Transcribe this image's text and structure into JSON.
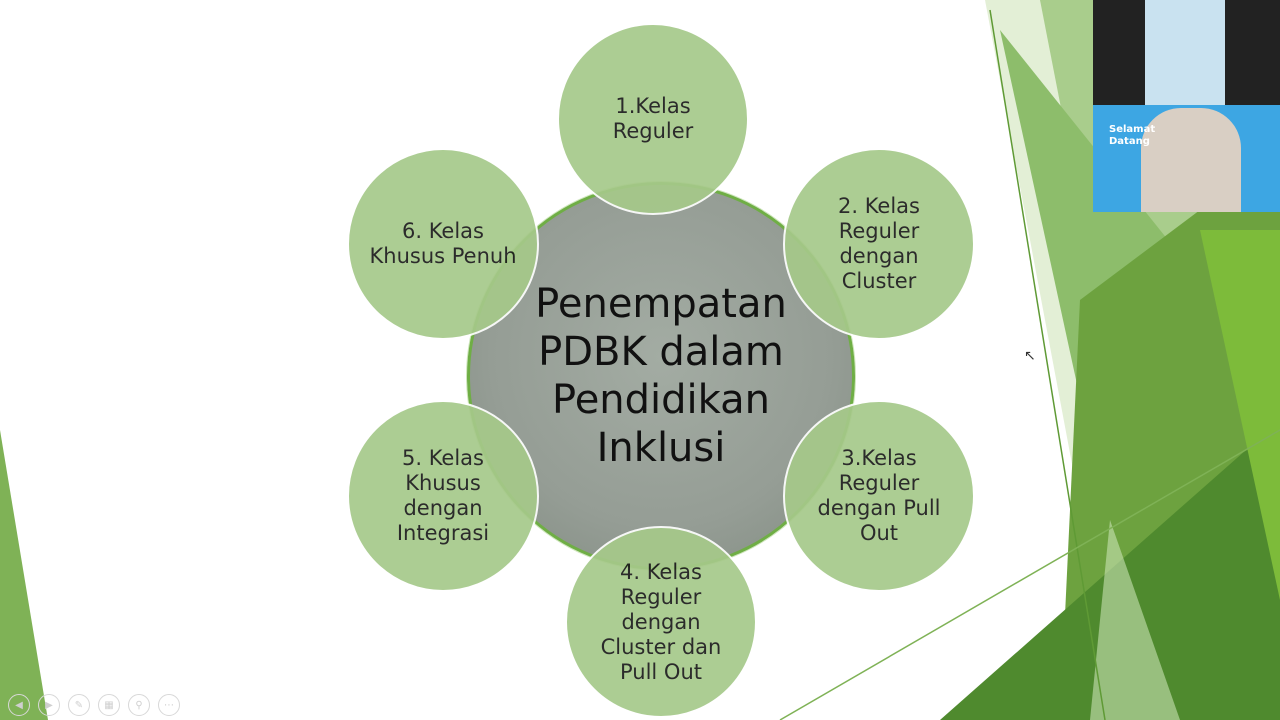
{
  "diagram": {
    "center": {
      "label": "Penempatan PDBK dalam Pendidikan Inklusi"
    },
    "nodes": [
      {
        "label": "1.Kelas Reguler"
      },
      {
        "label": "2. Kelas Reguler dengan Cluster"
      },
      {
        "label": "3.Kelas Reguler dengan Pull Out"
      },
      {
        "label": "4. Kelas Reguler dengan Cluster dan Pull Out"
      },
      {
        "label": "5. Kelas Khusus dengan Integrasi"
      },
      {
        "label": "6. Kelas Khusus Penuh"
      }
    ]
  },
  "webcam": {
    "banner_title": "Selamat Datang"
  },
  "colors": {
    "node_fill": "#a6c98a",
    "hub_fill": "#959d95",
    "hub_border": "#6fae45",
    "background_green": "#7fb256"
  },
  "toolbar": {
    "buttons": [
      {
        "icon": "prev-slide-icon"
      },
      {
        "icon": "next-slide-icon"
      },
      {
        "icon": "pen-icon"
      },
      {
        "icon": "slides-grid-icon"
      },
      {
        "icon": "zoom-icon"
      },
      {
        "icon": "more-options-icon"
      }
    ]
  }
}
